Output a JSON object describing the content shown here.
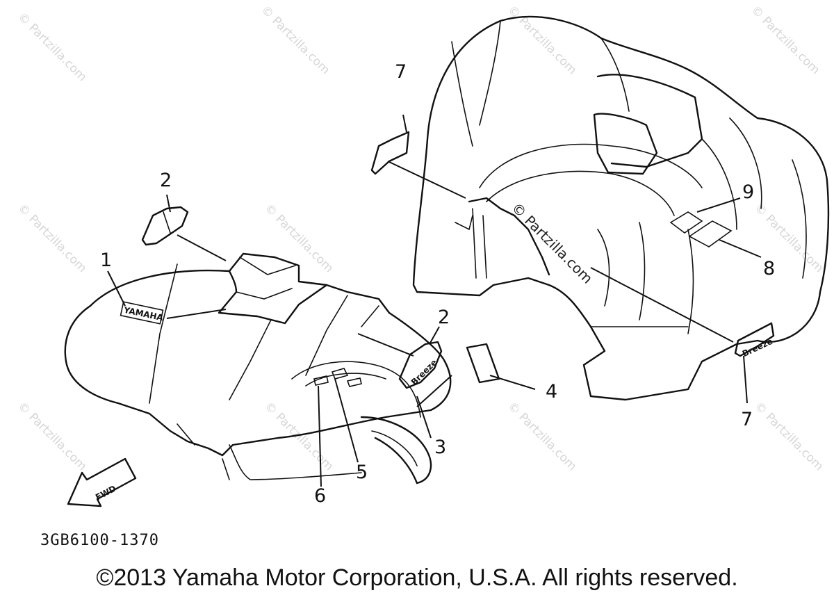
{
  "diagram": {
    "part_code": "3GB6100-1370",
    "copyright": "©2013 Yamaha Motor Corporation, U.S.A. All rights reserved.",
    "fwd_label": "FWD",
    "watermark": "© Partzilla.com",
    "callouts": {
      "c1": "1",
      "c2a": "2",
      "c2b": "2",
      "c3": "3",
      "c4": "4",
      "c5": "5",
      "c6": "6",
      "c7a": "7",
      "c7b": "7",
      "c8": "8",
      "c9": "9"
    },
    "decals": {
      "yamaha": "YAMAHA",
      "breeze": "Breeze",
      "rear": "Breeze"
    }
  },
  "colors": {
    "line": "#111111",
    "watermark": "#d6d6d6",
    "background": "#ffffff"
  }
}
